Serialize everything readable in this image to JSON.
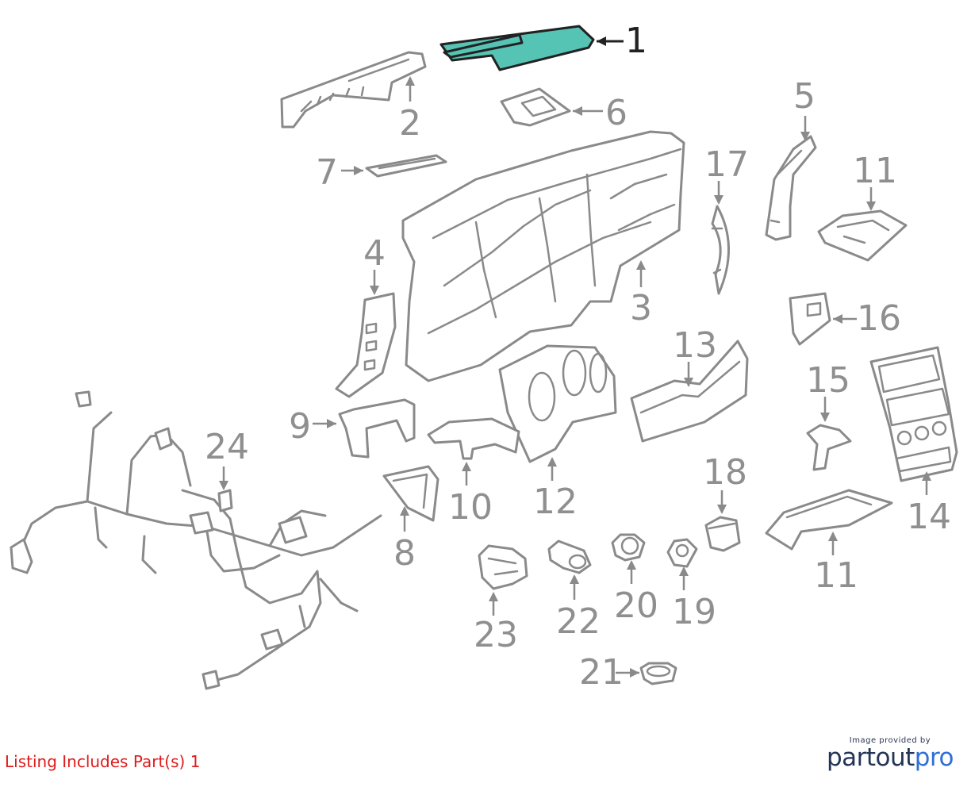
{
  "callouts": {
    "c1": "1",
    "c2": "2",
    "c3": "3",
    "c4": "4",
    "c5": "5",
    "c6": "6",
    "c7": "7",
    "c8": "8",
    "c9": "9",
    "c10": "10",
    "c11a": "11",
    "c11b": "11",
    "c12": "12",
    "c13": "13",
    "c14": "14",
    "c15": "15",
    "c16": "16",
    "c17": "17",
    "c18": "18",
    "c19": "19",
    "c20": "20",
    "c21": "21",
    "c22": "22",
    "c23": "23",
    "c24": "24"
  },
  "listing": "Listing Includes Part(s) 1",
  "logo": {
    "small": "Image provided by",
    "part": "partout",
    "pro": "pro"
  },
  "colors": {
    "highlight": "#56c4b4",
    "part_stroke": "#8a8a8a",
    "listing_text": "#e01b1b",
    "logo_blue": "#2f6fd6",
    "logo_navy": "#243457"
  }
}
